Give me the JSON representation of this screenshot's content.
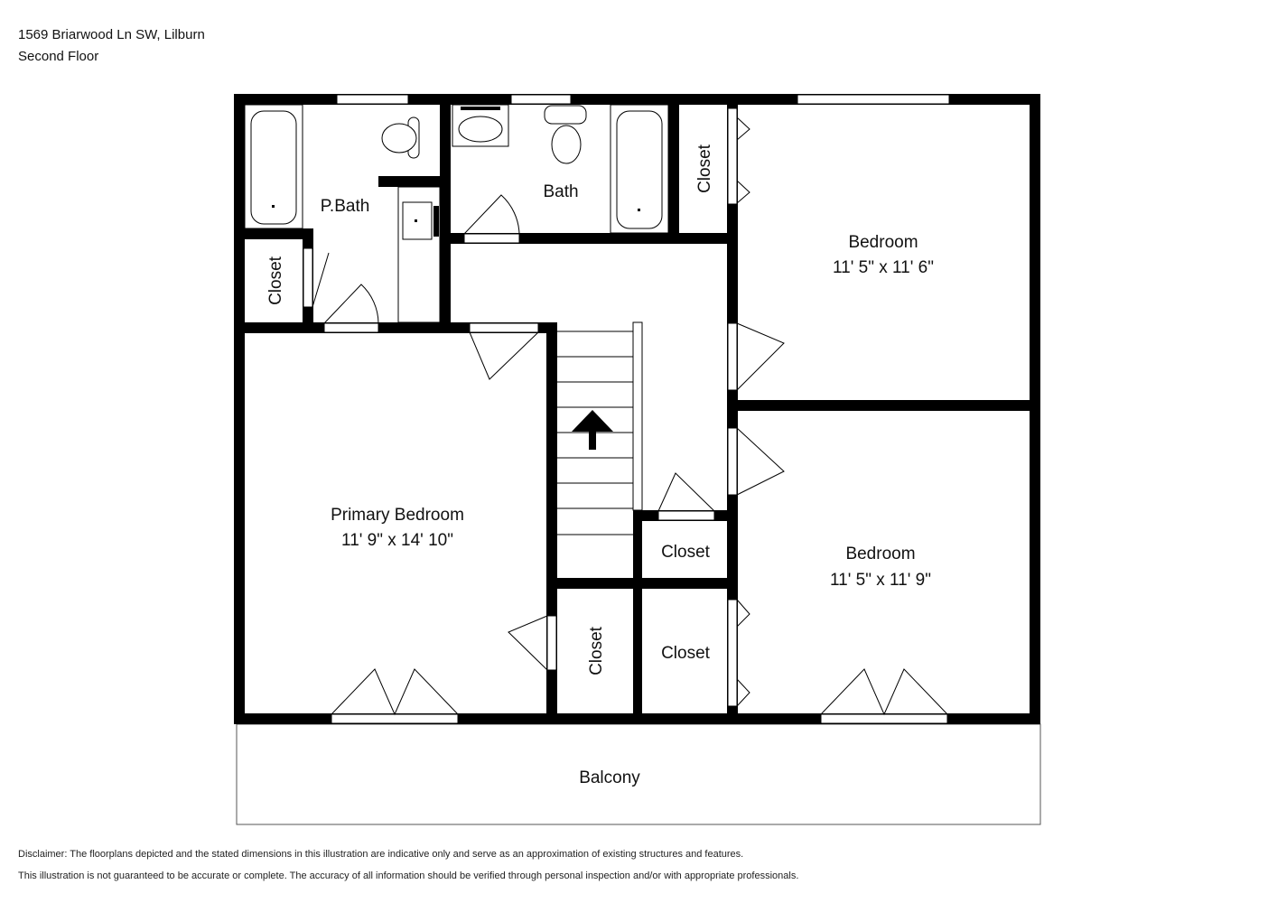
{
  "header": {
    "address": "1569 Briarwood Ln SW, Lilburn",
    "floor": "Second Floor"
  },
  "rooms": {
    "pbath": "P.Bath",
    "bath": "Bath",
    "closet_pbath": "Closet",
    "closet_bath": "Closet",
    "bedroom1_name": "Bedroom",
    "bedroom1_dims": "11' 5\" x 11' 6\"",
    "primary_name": "Primary Bedroom",
    "primary_dims": "11' 9\" x 14' 10\"",
    "closet_mid": "Closet",
    "closet_stair": "Closet",
    "closet_lower": "Closet",
    "bedroom2_name": "Bedroom",
    "bedroom2_dims": "11' 5\" x 11' 9\"",
    "balcony": "Balcony"
  },
  "disclaimer": {
    "line1": "Disclaimer: The floorplans depicted and the stated dimensions in this illustration are indicative only and serve as an approximation of existing structures and features.",
    "line2": "This illustration is not guaranteed to be accurate or complete. The accuracy of all information should be verified through personal inspection and/or with appropriate professionals."
  }
}
